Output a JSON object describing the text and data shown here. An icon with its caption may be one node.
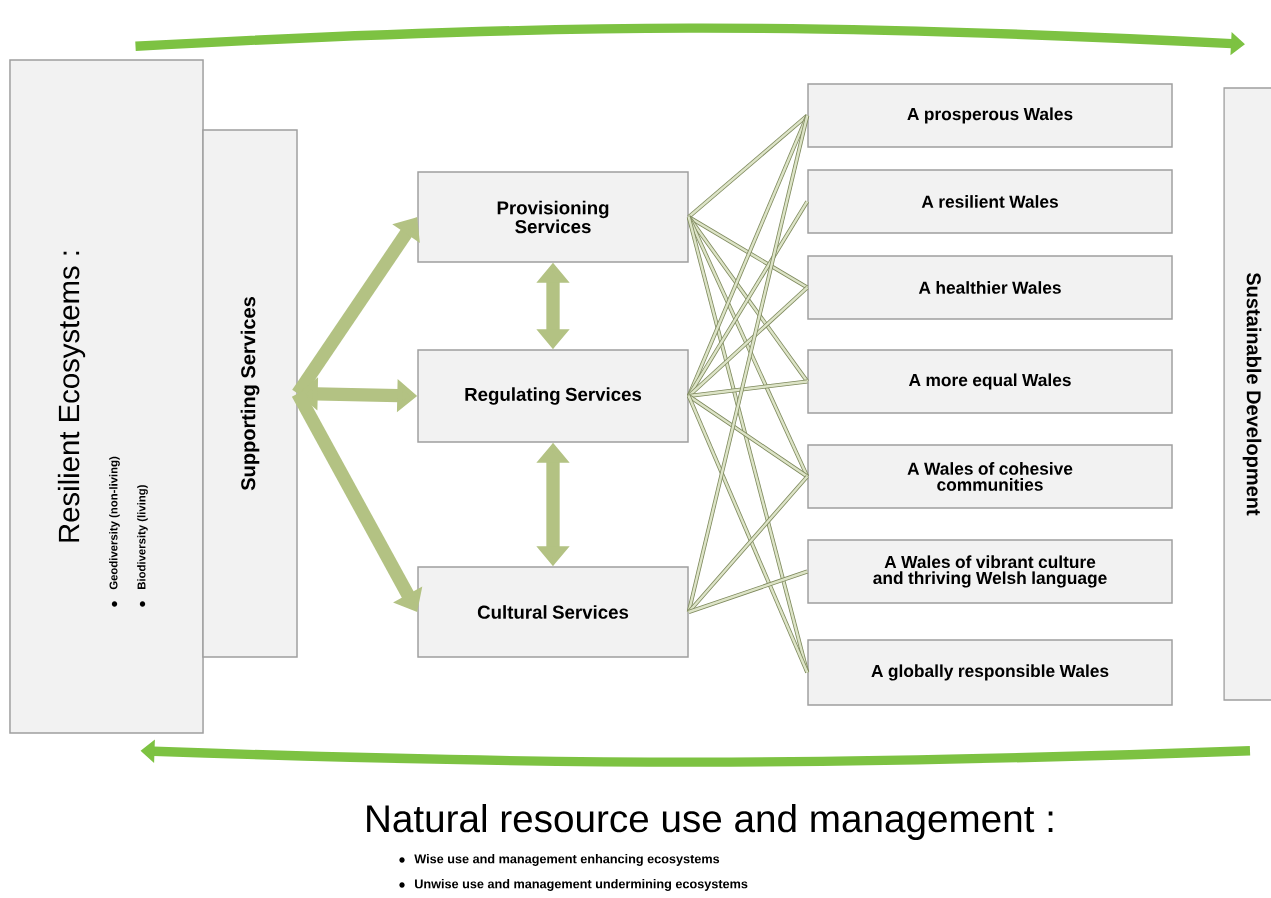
{
  "diagram": {
    "nodes": [
      {
        "text": [
          "Resilient Ecosystems :",
          "Geodiversity (non-living)",
          "Biodiversity (living)"
        ]
      },
      {
        "text": [
          "Supporting Services"
        ]
      },
      {
        "text": [
          "Provisioning Services"
        ]
      },
      {
        "text": [
          "Regulating Services"
        ]
      },
      {
        "text": [
          "Cultural Services"
        ]
      },
      {
        "text": [
          "A prosperous Wales"
        ]
      },
      {
        "text": [
          "A resilient Wales"
        ]
      },
      {
        "text": [
          "A healthier Wales"
        ]
      },
      {
        "text": [
          "A more equal Wales"
        ]
      },
      {
        "text": [
          "A Wales of cohesive communities"
        ]
      },
      {
        "text": [
          "A Wales of vibrant culture and thriving Welsh language"
        ]
      },
      {
        "text": [
          "A globally responsible Wales"
        ]
      },
      {
        "text": [
          "Sustainable Development"
        ]
      }
    ],
    "edges": [
      {
        "from": 0,
        "to": 12,
        "arrow": "to",
        "style": "thick",
        "color": "#7dc242"
      },
      {
        "from": 12,
        "to": 0,
        "arrow": "to",
        "style": "thick",
        "color": "#7dc242"
      },
      {
        "from": 1,
        "to": 2,
        "arrow": "to",
        "style": "thick"
      },
      {
        "from": 1,
        "to": 3,
        "arrow": "both",
        "style": "thick"
      },
      {
        "from": 1,
        "to": 4,
        "arrow": "to",
        "style": "thick"
      },
      {
        "from": 2,
        "to": 3,
        "arrow": "both",
        "style": "thick"
      },
      {
        "from": 3,
        "to": 4,
        "arrow": "both",
        "style": "thick"
      },
      {
        "from": 2,
        "to": 5,
        "arrow": "none"
      },
      {
        "from": 2,
        "to": 7,
        "arrow": "none"
      },
      {
        "from": 2,
        "to": 8,
        "arrow": "none"
      },
      {
        "from": 2,
        "to": 9,
        "arrow": "none"
      },
      {
        "from": 2,
        "to": 11,
        "arrow": "none"
      },
      {
        "from": 3,
        "to": 5,
        "arrow": "none"
      },
      {
        "from": 3,
        "to": 6,
        "arrow": "none"
      },
      {
        "from": 3,
        "to": 7,
        "arrow": "none"
      },
      {
        "from": 3,
        "to": 8,
        "arrow": "none"
      },
      {
        "from": 3,
        "to": 9,
        "arrow": "none"
      },
      {
        "from": 3,
        "to": 11,
        "arrow": "none"
      },
      {
        "from": 4,
        "to": 5,
        "arrow": "none"
      },
      {
        "from": 4,
        "to": 9,
        "arrow": "none"
      },
      {
        "from": 4,
        "to": 10,
        "arrow": "none"
      }
    ],
    "labels": [
      "Natural resource use and management :",
      "Wise use and management enhancing ecosystems",
      "Unwise use and management undermining ecosystems"
    ]
  }
}
